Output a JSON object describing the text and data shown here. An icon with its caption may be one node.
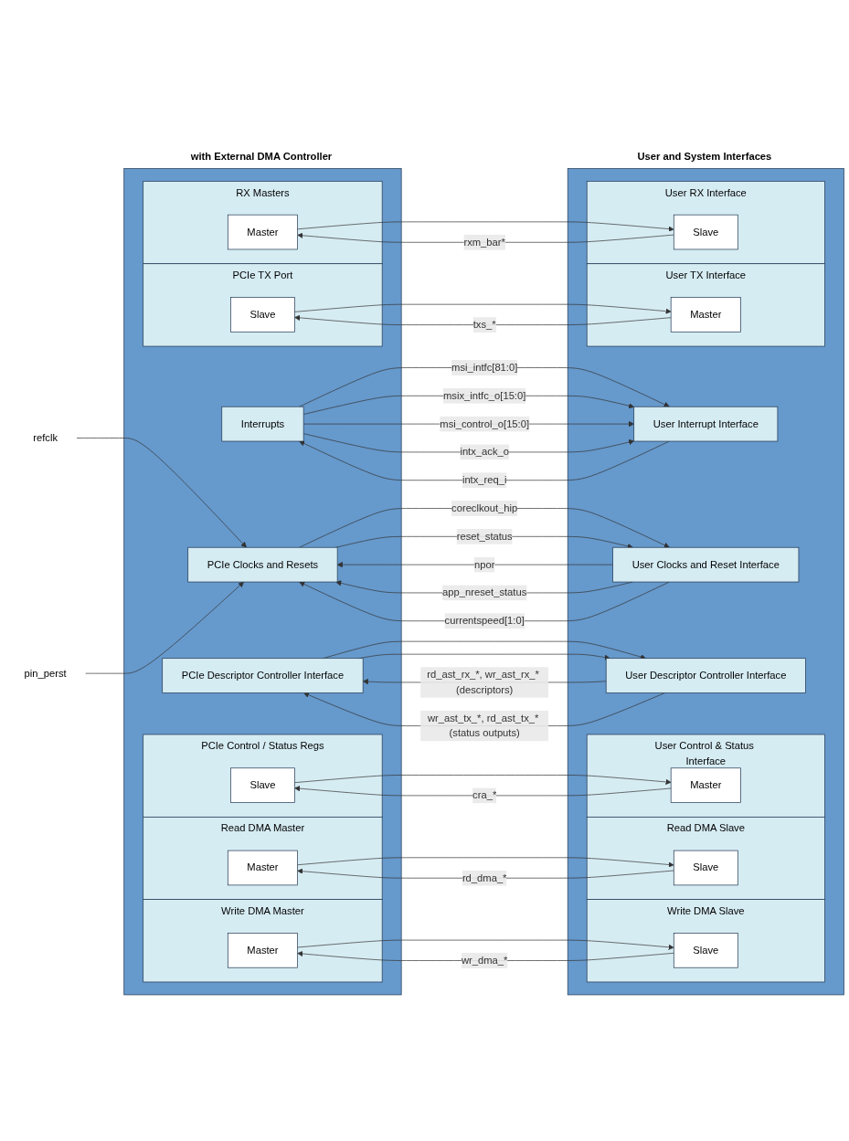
{
  "diagram": {
    "nodes": [
      {
        "text": [
          "with External DMA Controller"
        ]
      },
      {
        "text": [
          "RX Masters"
        ],
        "in": 0
      },
      {
        "text": [
          "Master"
        ],
        "in": 1
      },
      {
        "text": [
          "PCIe TX Port"
        ],
        "in": 0
      },
      {
        "text": [
          "Slave"
        ],
        "in": 3
      },
      {
        "text": [
          "PCIe Control / Status Regs"
        ],
        "in": 0
      },
      {
        "text": [
          "Slave"
        ],
        "in": 5
      },
      {
        "text": [
          "Read DMA Master"
        ],
        "in": 0
      },
      {
        "text": [
          "Master"
        ],
        "in": 7
      },
      {
        "text": [
          "Write DMA Master"
        ],
        "in": 0
      },
      {
        "text": [
          "Master"
        ],
        "in": 9
      },
      {
        "text": [
          "PCIe Descriptor Controller Interface"
        ],
        "in": 0
      },
      {
        "text": [
          "PCIe Clocks and Resets"
        ],
        "in": 0
      },
      {
        "text": [
          "Interrupts"
        ],
        "in": 0
      },
      {
        "text": [
          "User and System Interfaces"
        ]
      },
      {
        "text": [
          "User RX Interface"
        ],
        "in": 14
      },
      {
        "text": [
          "Slave"
        ],
        "in": 15
      },
      {
        "text": [
          "User TX Interface"
        ],
        "in": 14
      },
      {
        "text": [
          "Master"
        ],
        "in": 17
      },
      {
        "text": [
          "User Control & Status Interface"
        ],
        "in": 14
      },
      {
        "text": [
          "Master"
        ],
        "in": 19
      },
      {
        "text": [
          "Read DMA Slave"
        ],
        "in": 14
      },
      {
        "text": [
          "Slave"
        ],
        "in": 21
      },
      {
        "text": [
          "Write DMA Slave"
        ],
        "in": 14
      },
      {
        "text": [
          "Slave"
        ],
        "in": 23
      },
      {
        "text": [
          "User Descriptor Controller Interface"
        ],
        "in": 14
      },
      {
        "text": [
          "User Clocks and Reset Interface"
        ],
        "in": 14
      },
      {
        "text": [
          "User Interrupt Interface"
        ],
        "in": 14
      },
      {
        "text": [
          "refclk"
        ]
      },
      {
        "text": [
          "pin_perst"
        ]
      }
    ],
    "edges": [
      {
        "from": 2,
        "to": 16,
        "arrow": "to"
      },
      {
        "from": 16,
        "to": 2,
        "arrow": "to",
        "label": "rxm_bar*"
      },
      {
        "from": 4,
        "to": 18,
        "arrow": "to"
      },
      {
        "from": 18,
        "to": 4,
        "arrow": "to",
        "label": "txs_*"
      },
      {
        "from": 6,
        "to": 20,
        "arrow": "to"
      },
      {
        "from": 20,
        "to": 6,
        "arrow": "to",
        "label": "cra_*"
      },
      {
        "from": 8,
        "to": 22,
        "arrow": "to"
      },
      {
        "from": 22,
        "to": 8,
        "arrow": "to",
        "label": "rd_dma_*"
      },
      {
        "from": 10,
        "to": 24,
        "arrow": "to"
      },
      {
        "from": 24,
        "to": 10,
        "arrow": "to",
        "label": "wr_dma_*"
      },
      {
        "from": 11,
        "to": 25,
        "arrow": "to"
      },
      {
        "from": 25,
        "to": 11,
        "arrow": "to",
        "label": "rd_ast_rx_*, wr_ast_rx_* (descriptors)"
      },
      {
        "from": 11,
        "to": 25,
        "arrow": "to"
      },
      {
        "from": 25,
        "to": 11,
        "arrow": "to",
        "label": "wr_ast_tx_*, rd_ast_tx_* (status outputs)"
      },
      {
        "from": 12,
        "to": 26,
        "arrow": "to",
        "label": "coreclkout_hip"
      },
      {
        "from": 26,
        "to": 12,
        "arrow": "to",
        "label": "npor"
      },
      {
        "from": 26,
        "to": 12,
        "arrow": "to",
        "label": "app_nreset_status"
      },
      {
        "from": 12,
        "to": 26,
        "arrow": "to",
        "label": "reset_status"
      },
      {
        "from": 26,
        "to": 12,
        "arrow": "to",
        "label": "currentspeed[1:0]"
      },
      {
        "from": 13,
        "to": 27,
        "arrow": "to",
        "label": "msi_intfc[81:0]"
      },
      {
        "from": 13,
        "to": 27,
        "arrow": "to",
        "label": "msix_intfc_o[15:0]"
      },
      {
        "from": 13,
        "to": 27,
        "arrow": "to",
        "label": "msi_control_o[15:0]"
      },
      {
        "from": 27,
        "to": 13,
        "arrow": "to",
        "label": "intx_req_i"
      },
      {
        "from": 13,
        "to": 27,
        "arrow": "to",
        "label": "intx_ack_o"
      },
      {
        "from": 28,
        "to": 12,
        "arrow": "to"
      },
      {
        "from": 29,
        "to": 12,
        "arrow": "to"
      }
    ]
  }
}
